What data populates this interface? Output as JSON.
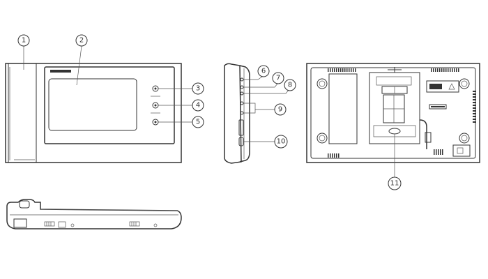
{
  "callouts": [
    {
      "id": 1,
      "label": "1"
    },
    {
      "id": 2,
      "label": "2"
    },
    {
      "id": 3,
      "label": "3"
    },
    {
      "id": 4,
      "label": "4"
    },
    {
      "id": 5,
      "label": "5"
    },
    {
      "id": 6,
      "label": "6"
    },
    {
      "id": 7,
      "label": "7"
    },
    {
      "id": 8,
      "label": "8"
    },
    {
      "id": 9,
      "label": "9"
    },
    {
      "id": 10,
      "label": "10"
    },
    {
      "id": 11,
      "label": "11"
    }
  ],
  "colors": {
    "line": "#333333",
    "background": "#ffffff"
  }
}
